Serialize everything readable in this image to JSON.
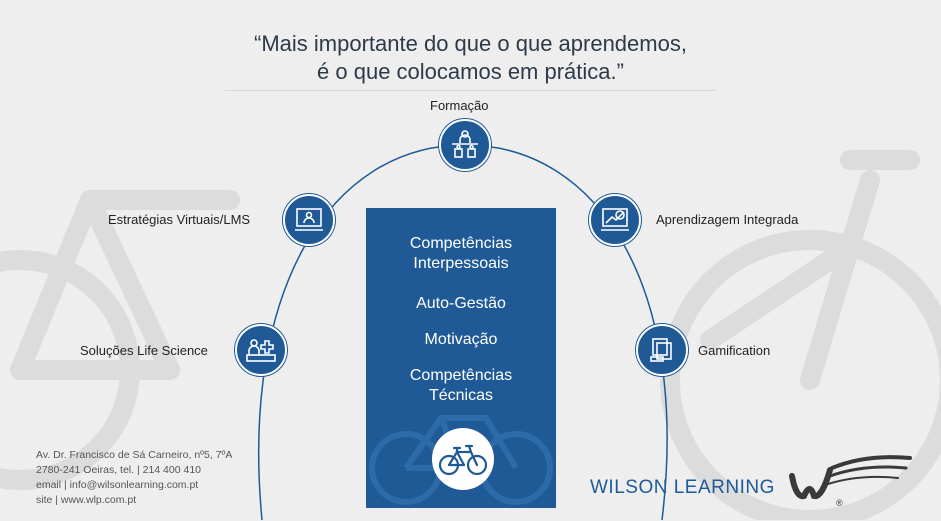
{
  "quote": {
    "line1": "“Mais importante do que o que aprendemos,",
    "line2": "é o que colocamos em prática.”"
  },
  "nodes": [
    {
      "label": "Formação",
      "icon": "training-icon"
    },
    {
      "label": "Estratégias Virtuais/LMS",
      "icon": "virtual-classroom-icon"
    },
    {
      "label": "Aprendizagem Integrada",
      "icon": "integrated-learning-icon"
    },
    {
      "label": "Soluções Life Science",
      "icon": "life-science-icon"
    },
    {
      "label": "Gamification",
      "icon": "gamification-icon"
    }
  ],
  "panel": {
    "item1_line1": "Competências",
    "item1_line2": "Interpessoais",
    "item2": "Auto-Gestão",
    "item3": "Motivação",
    "item4_line1": "Competências",
    "item4_line2": "Técnicas",
    "badge_icon": "bicycle-icon"
  },
  "contact": {
    "line1": "Av. Dr. Francisco de Sá Carneiro, nº5, 7ºA",
    "line2": "2780-241 Oeiras, tel. | 214 400 410",
    "line3": "email | info@wilsonlearning.com.pt",
    "line4": "site | www.wlp.com.pt"
  },
  "brand": {
    "name": "WILSON LEARNING",
    "registered": "®"
  },
  "colors": {
    "primary": "#1f5a96",
    "background": "#eeeeee",
    "text": "#2e3a48"
  }
}
